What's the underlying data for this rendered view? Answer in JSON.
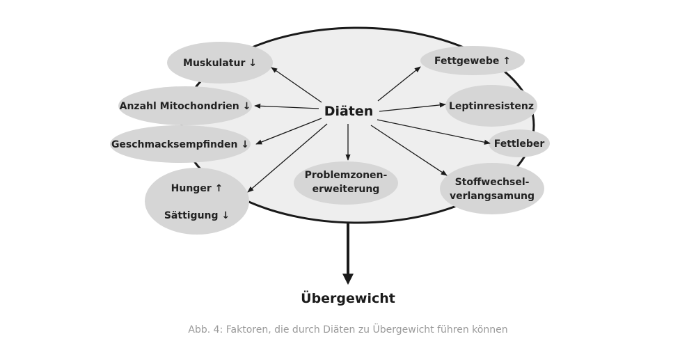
{
  "diagram": {
    "center_label": "Diäten",
    "result_label": "Übergewicht",
    "caption": "Abb. 4: Faktoren, die durch Diäten zu Übergewicht führen können",
    "nodes": {
      "muskulatur": "Muskulatur ↓",
      "mitochondrien": "Anzahl Mitochondrien ↓",
      "geschmack": "Geschmacksempfinden ↓",
      "hunger": "Hunger ↑",
      "saettigung": "Sättigung ↓",
      "problemzonen_1": "Problemzonen-",
      "problemzonen_2": "erweiterung",
      "fettgewebe": "Fettgewebe ↑",
      "leptin": "Leptinresistenz",
      "fettleber": "Fettleber",
      "stoffwechsel_1": "Stoffwechsel-",
      "stoffwechsel_2": "verlangsamung"
    },
    "colors": {
      "main_ellipse_fill": "#eeeeee",
      "node_fill": "#d6d6d6",
      "stroke": "#1a1a1a",
      "caption": "#9a9a9a"
    }
  }
}
